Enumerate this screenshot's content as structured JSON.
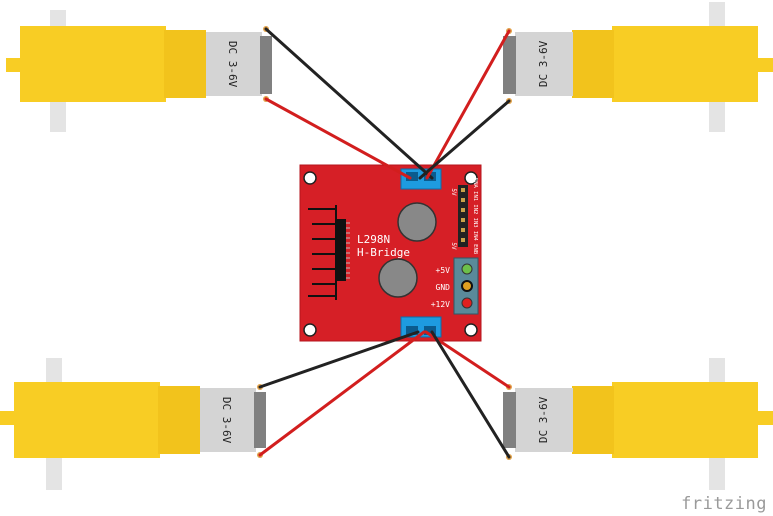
{
  "board": {
    "line1": "L298N",
    "line2": "H-Bridge",
    "pin_5v": "+5V",
    "pin_gnd": "GND",
    "pin_12v": "+12V",
    "header_top": "5V",
    "header_bottom": "5V",
    "header_pins": "ENA IN1 IN2 IN3 IN4 ENB",
    "color": "#d61f26",
    "terminal_color": "#1e9be0"
  },
  "motors": {
    "top_left": {
      "label": "DC 3-6V"
    },
    "top_right": {
      "label": "DC 3-6V"
    },
    "bottom_left": {
      "label": "DC 3-6V"
    },
    "bottom_right": {
      "label": "DC 3-6V"
    },
    "gearbox_color": "#f8cd24",
    "can_color": "#d4d4d4"
  },
  "wires": {
    "red": "#d21e1e",
    "black": "#222222"
  },
  "watermark": "fritzing"
}
